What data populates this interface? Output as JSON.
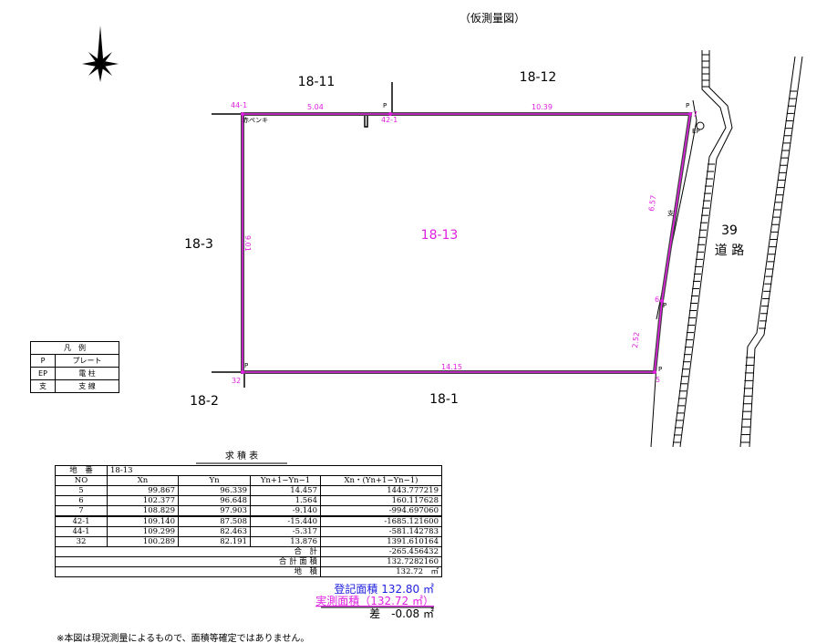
{
  "title": "（仮測量図）",
  "parcels": {
    "main": "18-13",
    "n1": "18-11",
    "n2": "18-12",
    "w": "18-3",
    "sw": "18-2",
    "s": "18-1",
    "road_no": "39",
    "road": "道 路"
  },
  "points": {
    "p44_1": "44-1",
    "p42_1": "42-1",
    "p7": "7",
    "p6": "6",
    "p5": "5",
    "p32": "32"
  },
  "distances": {
    "d1": "5.04",
    "d2": "10.39",
    "d3": "6.57",
    "d4": "2.52",
    "d5": "14.15",
    "d6": "9.01"
  },
  "marks": {
    "plate": "P",
    "ep": "EP",
    "shisen": "支",
    "paint": "赤ペンキ"
  },
  "legend": {
    "title": "凡　例",
    "rows": [
      {
        "sym": "P",
        "label": "プレート"
      },
      {
        "sym": "EP",
        "label": "電 柱"
      },
      {
        "sym": "支",
        "label": "支 線"
      }
    ]
  },
  "calc": {
    "title": "求 積 表",
    "lot_label": "地　番",
    "lot": "18-13",
    "headers": [
      "NO",
      "Xn",
      "Yn",
      "Yn+1−Yn−1",
      "Xn・(Yn+1−Yn−1)"
    ],
    "rows": [
      [
        "5",
        "99.867",
        "96.339",
        "14.457",
        "1443.777219"
      ],
      [
        "6",
        "102.377",
        "96.648",
        "1.564",
        "160.117628"
      ],
      [
        "7",
        "108.829",
        "97.903",
        "-9.140",
        "-994.697060"
      ],
      [
        "42-1",
        "109.140",
        "87.508",
        "-15.440",
        "-1685.121600"
      ],
      [
        "44-1",
        "109.299",
        "82.463",
        "-5.317",
        "-581.142783"
      ],
      [
        "32",
        "100.289",
        "82.191",
        "13.876",
        "1391.610164"
      ]
    ],
    "sum_label": "合　計",
    "sum": "-265.456432",
    "total_area_label": "合 計 面 積",
    "total_area": "132.7282160",
    "area_label": "地　積",
    "area": "132.72　㎡"
  },
  "summary": {
    "registered": "登記面積 132.80 ㎡",
    "measured": "実測面積（132.72 ㎡）",
    "diff": "差　-0.08 ㎡"
  },
  "note": "※本図は現況測量によるもので、面積等確定ではありません。",
  "colors": {
    "boundary": "#e020e0",
    "registered": "#2020e0"
  }
}
